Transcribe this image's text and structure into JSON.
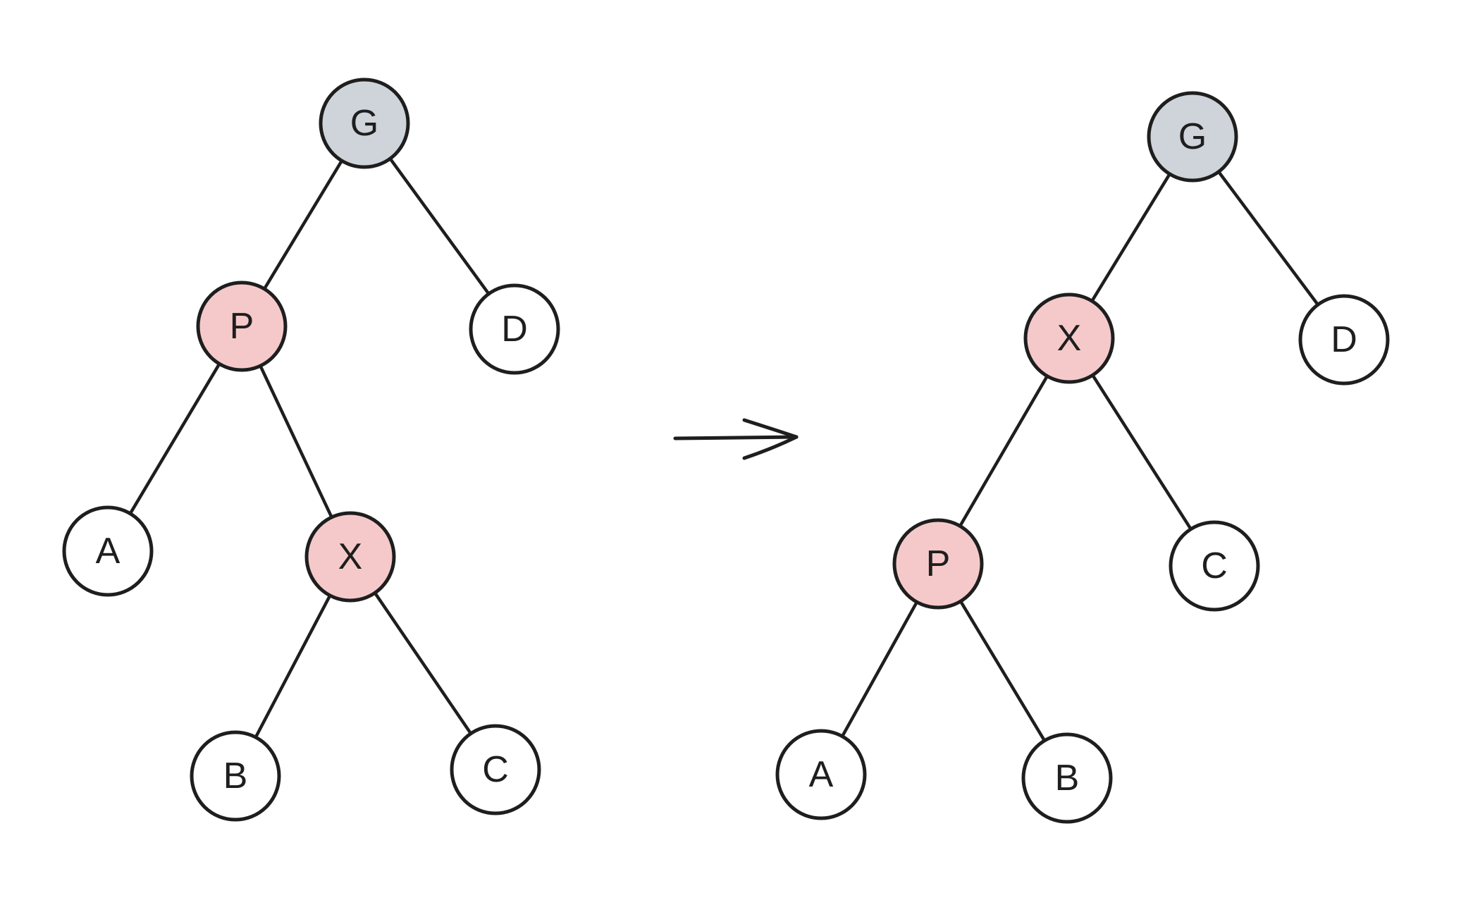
{
  "colors": {
    "stroke": "#1e1e1e",
    "grandparent_fill": "#ced4da",
    "red_fill": "#f5c9ca",
    "plain_fill": "#ffffff",
    "background": "#ffffff"
  },
  "before": {
    "nodes": [
      {
        "id": "G",
        "label": "G",
        "style": "gray"
      },
      {
        "id": "P",
        "label": "P",
        "style": "red"
      },
      {
        "id": "D",
        "label": "D",
        "style": "plain"
      },
      {
        "id": "A",
        "label": "A",
        "style": "plain"
      },
      {
        "id": "X",
        "label": "X",
        "style": "red"
      },
      {
        "id": "B",
        "label": "B",
        "style": "plain"
      },
      {
        "id": "C",
        "label": "C",
        "style": "plain"
      }
    ],
    "edges": [
      [
        "G",
        "P"
      ],
      [
        "G",
        "D"
      ],
      [
        "P",
        "A"
      ],
      [
        "P",
        "X"
      ],
      [
        "X",
        "B"
      ],
      [
        "X",
        "C"
      ]
    ]
  },
  "after": {
    "nodes": [
      {
        "id": "G",
        "label": "G",
        "style": "gray"
      },
      {
        "id": "X",
        "label": "X",
        "style": "red"
      },
      {
        "id": "D",
        "label": "D",
        "style": "plain"
      },
      {
        "id": "P",
        "label": "P",
        "style": "red"
      },
      {
        "id": "C",
        "label": "C",
        "style": "plain"
      },
      {
        "id": "A",
        "label": "A",
        "style": "plain"
      },
      {
        "id": "B",
        "label": "B",
        "style": "plain"
      }
    ],
    "edges": [
      [
        "G",
        "X"
      ],
      [
        "G",
        "D"
      ],
      [
        "X",
        "P"
      ],
      [
        "X",
        "C"
      ],
      [
        "P",
        "A"
      ],
      [
        "P",
        "B"
      ]
    ]
  },
  "arrow": {
    "direction": "right"
  }
}
